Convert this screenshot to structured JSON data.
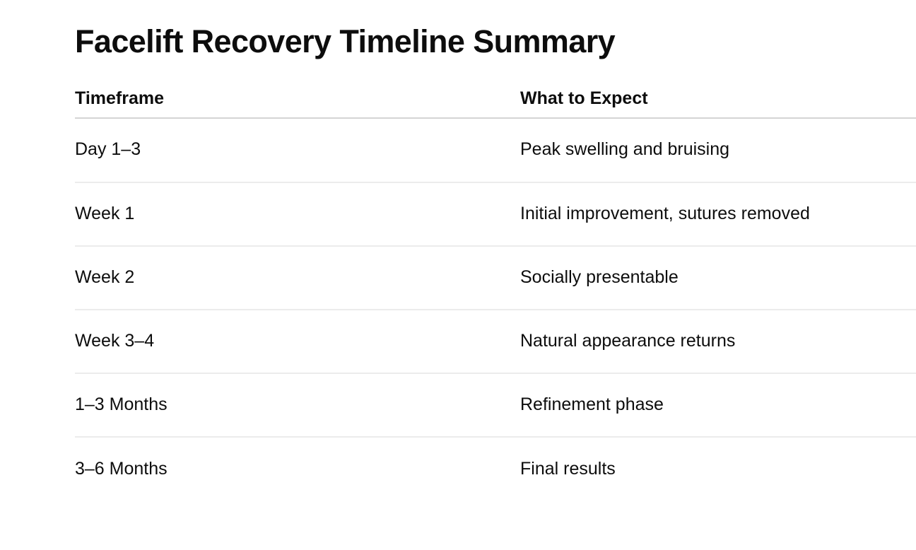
{
  "title": "Facelift Recovery Timeline Summary",
  "table": {
    "headers": [
      "Timeframe",
      "What to Expect"
    ],
    "rows": [
      [
        "Day 1–3",
        "Peak swelling and bruising"
      ],
      [
        "Week 1",
        "Initial improvement, sutures removed"
      ],
      [
        "Week 2",
        "Socially presentable"
      ],
      [
        "Week 3–4",
        "Natural appearance returns"
      ],
      [
        "1–3 Months",
        "Refinement phase"
      ],
      [
        "3–6 Months",
        "Final results"
      ]
    ]
  },
  "colors": {
    "text": "#0d0d0d",
    "header_border": "#d4d4d4",
    "row_border": "#ececec",
    "background": "#ffffff"
  }
}
